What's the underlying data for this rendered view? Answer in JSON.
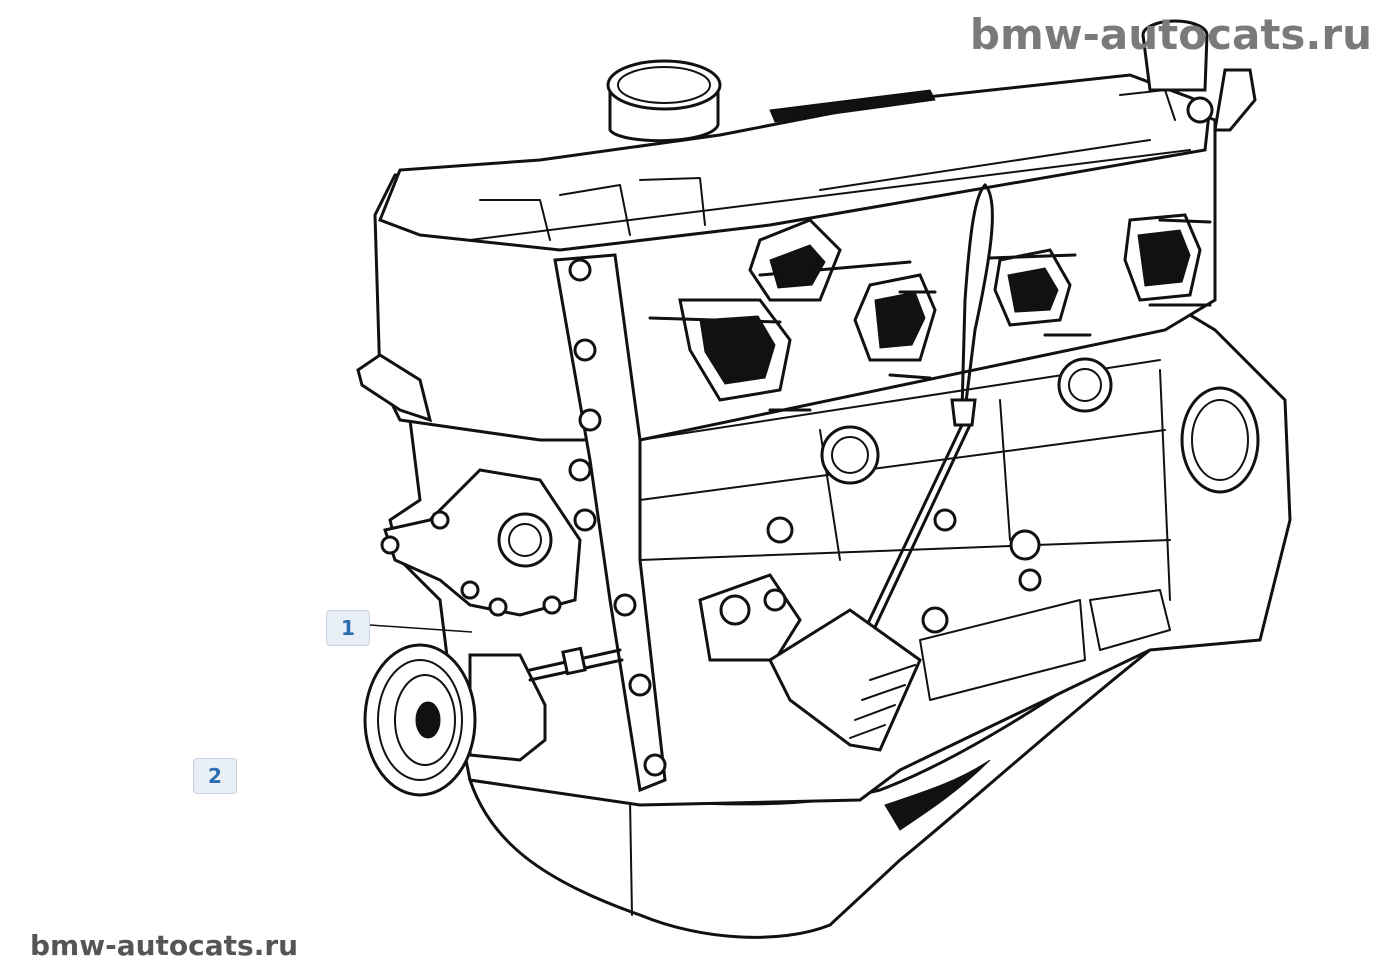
{
  "watermark_top": "bmw-autocats.ru",
  "watermark_bottom": "bmw-autocats.ru",
  "callouts": [
    {
      "label": "1"
    },
    {
      "label": "2"
    }
  ]
}
